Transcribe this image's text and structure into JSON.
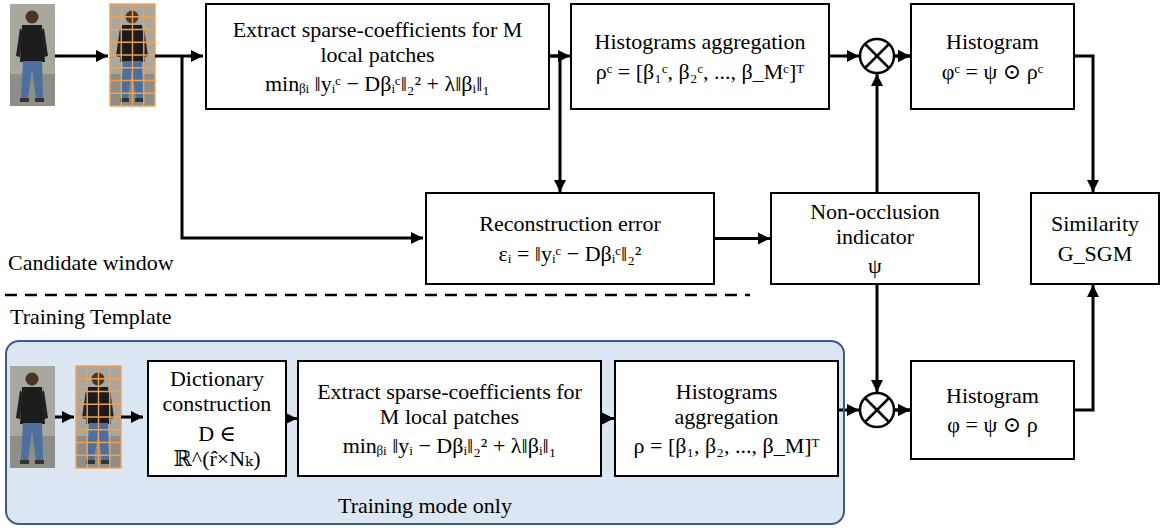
{
  "diagram": {
    "nodes": [
      {
        "text": [
          "Extract sparse-coefficients for M local patches",
          "minᵦᵢ ‖yᵢᶜ − Dβᵢᶜ‖₂² + λ‖βᵢ‖₁"
        ]
      },
      {
        "text": [
          "Histograms aggregation",
          "ρᶜ = [β₁ᶜ, β₂ᶜ, ..., β_Mᶜ]ᵀ"
        ]
      },
      {
        "text": [
          "Histogram",
          "φᶜ = ψ ⊙ ρᶜ"
        ]
      },
      {
        "text": [
          "Reconstruction error",
          "εᵢ = ‖yᵢᶜ − Dβᵢᶜ‖₂²"
        ]
      },
      {
        "text": [
          "Non-occlusion indicator",
          "ψ"
        ]
      },
      {
        "text": [
          "Similarity",
          "G_SGM"
        ]
      },
      {
        "text": [
          "Training Template",
          "Training mode only"
        ]
      },
      {
        "text": [
          "Dictionary construction",
          "D ∈ ℝ^(r̂×Nₖ)"
        ],
        "in": 6
      },
      {
        "text": [
          "Extract sparse-coefficients for M local patches",
          "minᵦᵢ ‖yᵢ − Dβᵢ‖₂² + λ‖βᵢ‖₁"
        ],
        "in": 6
      },
      {
        "text": [
          "Histograms aggregation",
          "ρ = [β₁, β₂, ..., β_M]ᵀ"
        ],
        "in": 6
      },
      {
        "text": [
          "Histogram",
          "φ = ψ ⊙ ρ"
        ]
      }
    ],
    "edges": [
      {
        "from": 0,
        "to": 1,
        "arrow": "to"
      },
      {
        "from": 0,
        "to": 3,
        "arrow": "to"
      },
      {
        "from": 3,
        "to": 4,
        "arrow": "to"
      },
      {
        "from": 1,
        "to": 2,
        "arrow": "to"
      },
      {
        "from": 4,
        "to": 2,
        "arrow": "to"
      },
      {
        "from": 4,
        "to": 10,
        "arrow": "to"
      },
      {
        "from": 9,
        "to": 10,
        "arrow": "to"
      },
      {
        "from": 2,
        "to": 5,
        "arrow": "to"
      },
      {
        "from": 10,
        "to": 5,
        "arrow": "to"
      },
      {
        "from": 7,
        "to": 8,
        "arrow": "to"
      },
      {
        "from": 8,
        "to": 9,
        "arrow": "to"
      }
    ],
    "labels": [
      "Candidate window"
    ]
  }
}
